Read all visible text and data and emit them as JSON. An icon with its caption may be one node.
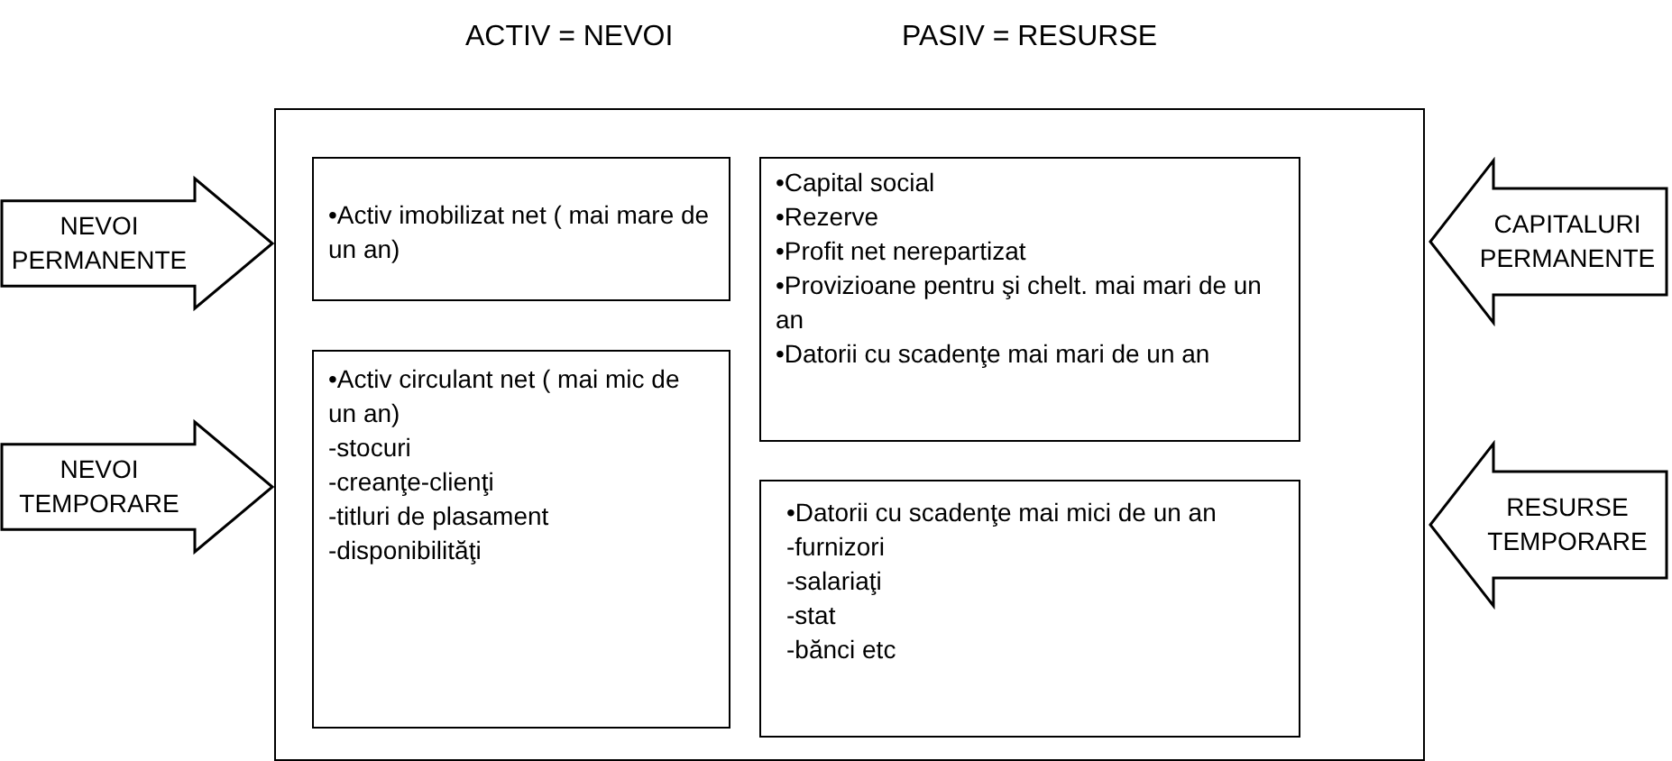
{
  "diagram": {
    "nodes": [
      {
        "text": [
          "NEVOI PERMANENTE"
        ]
      },
      {
        "text": [
          "NEVOI TEMPORARE"
        ]
      },
      {
        "text": [],
        "shape": "box"
      },
      {
        "text": [
          "•Activ imobilizat net ( mai mare de un an)"
        ],
        "in": 2
      },
      {
        "text": [
          "•Activ circulant net ( mai mic de un an)",
          "-stocuri",
          "-creanţe-clienţi",
          "-titluri de plasament",
          "-disponibilităţi"
        ],
        "in": 2
      },
      {
        "text": [
          "•Capital social",
          "•Rezerve",
          "•Profit net nerepartizat",
          "•Provizioane pentru şi chelt. mai mari de un an",
          "•Datorii cu scadenţe mai mari de un an"
        ],
        "in": 2
      },
      {
        "text": [
          "•Datorii cu scadenţe mai mici de un an",
          "-furnizori",
          "-salariaţi",
          "-stat",
          "-bănci etc"
        ],
        "in": 2
      },
      {
        "text": [
          "CAPITALURI PERMANENTE"
        ]
      },
      {
        "text": [
          "RESURSE TEMPORARE"
        ]
      }
    ],
    "labels": [
      "ACTIV = NEVOI",
      "PASIV = RESURSE"
    ]
  }
}
